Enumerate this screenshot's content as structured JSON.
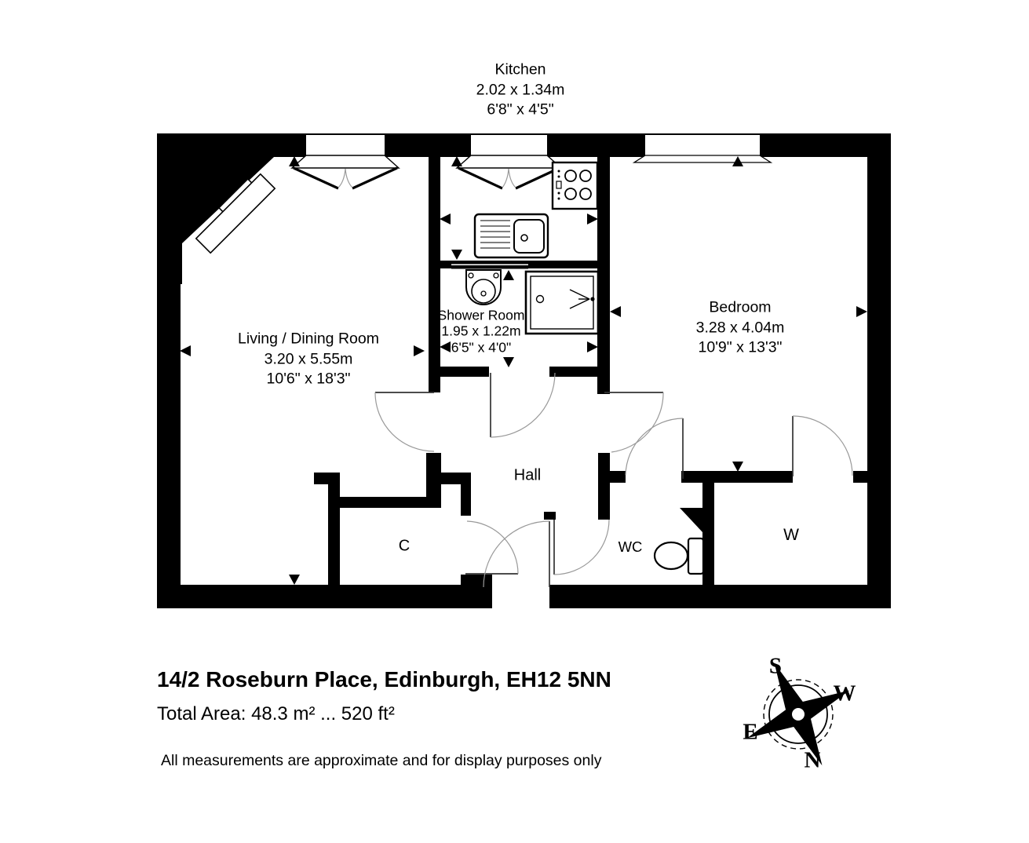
{
  "rooms": [
    {
      "id": "kitchen",
      "name": "Kitchen",
      "metric": "2.02 x 1.34m",
      "imperial": "6'8\" x 4'5\""
    },
    {
      "id": "living-dining",
      "name": "Living / Dining Room",
      "metric": "3.20 x 5.55m",
      "imperial": "10'6\" x 18'3\""
    },
    {
      "id": "shower-room",
      "name": "Shower Room",
      "metric": "1.95 x 1.22m",
      "imperial": "6'5\" x 4'0\""
    },
    {
      "id": "bedroom",
      "name": "Bedroom",
      "metric": "3.28 x 4.04m",
      "imperial": "10'9\" x 13'3\""
    },
    {
      "id": "hall",
      "name": "Hall"
    },
    {
      "id": "cupboard",
      "name": "C"
    },
    {
      "id": "wc",
      "name": "WC"
    },
    {
      "id": "wardrobe",
      "name": "W"
    }
  ],
  "footer": {
    "address": "14/2 Roseburn Place, Edinburgh, EH12 5NN",
    "total_area": "Total Area: 48.3 m² ... 520 ft²",
    "disclaimer": "All measurements are approximate and for display purposes only"
  },
  "compass": {
    "north": "N",
    "south": "S",
    "east": "E",
    "west": "W"
  },
  "colors": {
    "walls": "#000000",
    "background": "#ffffff"
  }
}
